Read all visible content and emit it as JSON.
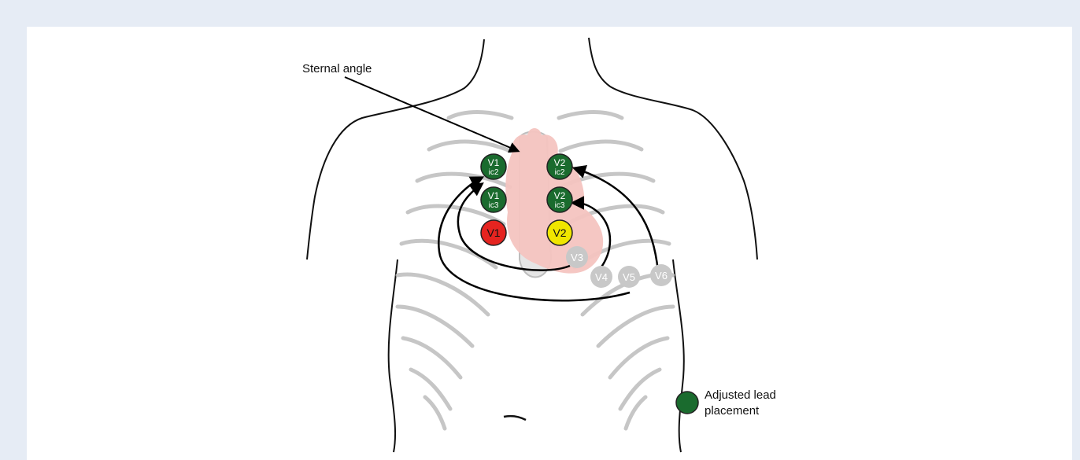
{
  "annotation": {
    "sternal_angle": "Sternal angle"
  },
  "legend": {
    "line1": "Adjusted lead",
    "line2": "placement"
  },
  "leads": {
    "v1_ic2": {
      "top": "V1",
      "sub": "ic2"
    },
    "v1_ic3": {
      "top": "V1",
      "sub": "ic3"
    },
    "v2_ic2": {
      "top": "V2",
      "sub": "ic2"
    },
    "v2_ic3": {
      "top": "V2",
      "sub": "ic3"
    },
    "v1": "V1",
    "v2": "V2",
    "v3": "V3",
    "v4": "V4",
    "v5": "V5",
    "v6": "V6"
  },
  "colors": {
    "adjusted": "#1a6b2e",
    "v1": "#e52420",
    "v2": "#f0e600",
    "precordial": "#c8c8c8",
    "heart": "#f4c4c0",
    "background": "#e6ecf5"
  }
}
